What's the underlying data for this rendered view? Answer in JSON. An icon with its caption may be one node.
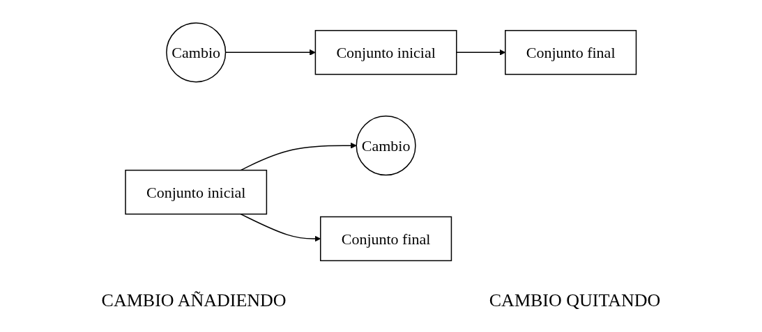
{
  "diagram": {
    "nodes": [
      {
        "text": [
          "Cambio"
        ]
      },
      {
        "text": [
          "Conjunto inicial"
        ]
      },
      {
        "text": [
          "Conjunto final"
        ]
      },
      {
        "text": [
          "Cambio"
        ]
      },
      {
        "text": [
          "Conjunto inicial"
        ]
      },
      {
        "text": [
          "Conjunto final"
        ]
      }
    ],
    "edges": [
      {
        "from": 0,
        "to": 1,
        "arrow": "to"
      },
      {
        "from": 1,
        "to": 2,
        "arrow": "to"
      },
      {
        "from": 4,
        "to": 3,
        "arrow": "to"
      },
      {
        "from": 4,
        "to": 5,
        "arrow": "to"
      }
    ],
    "labels": [
      "CAMBIO AÑADIENDO",
      "CAMBIO QUITANDO"
    ]
  }
}
